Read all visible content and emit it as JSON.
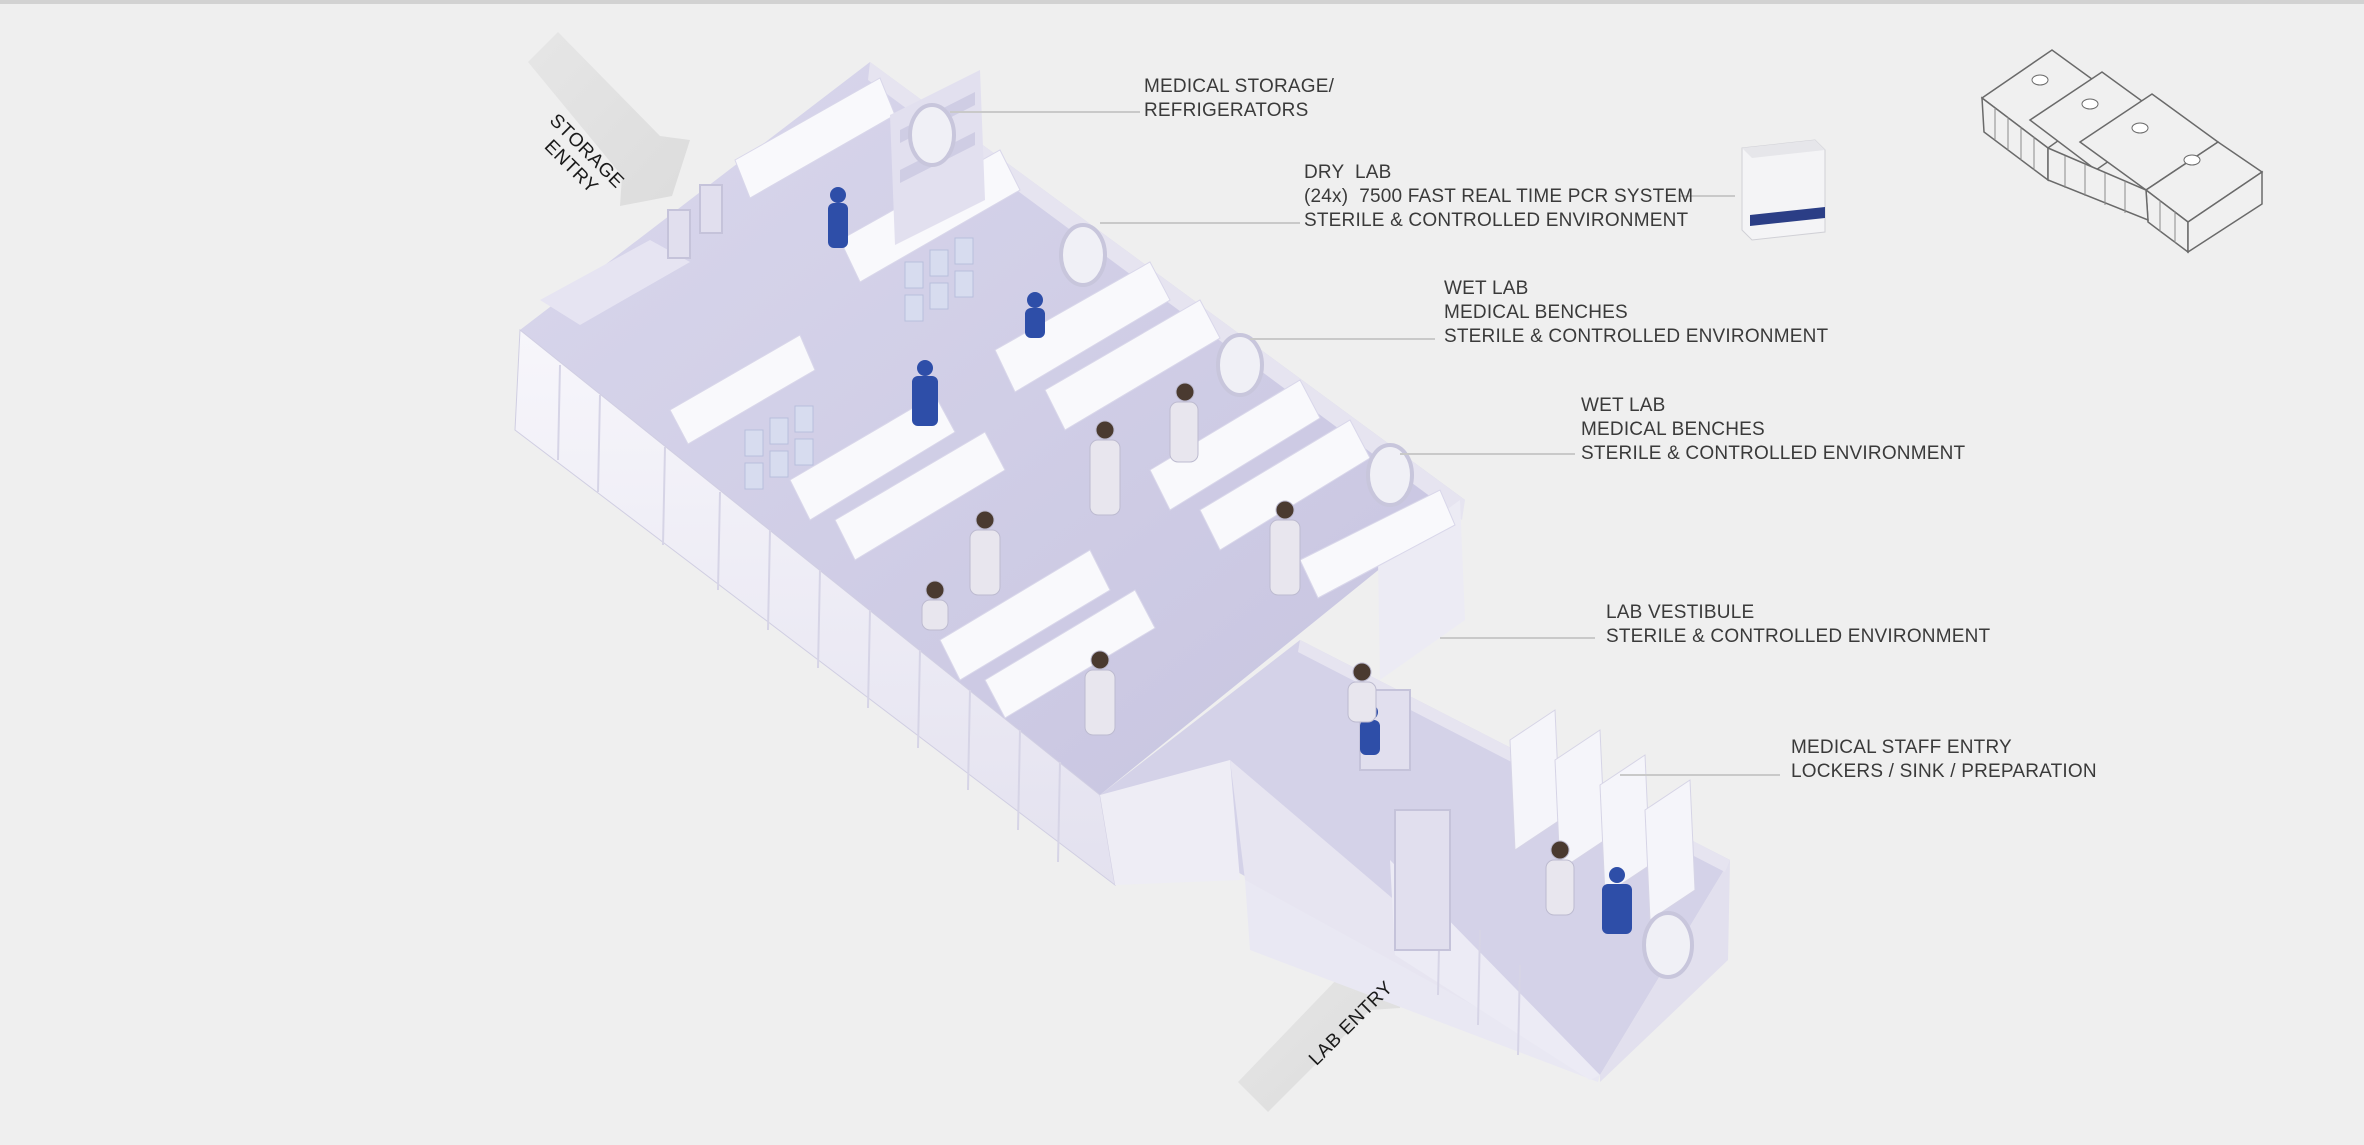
{
  "labels": {
    "storage": {
      "line1": "MEDICAL STORAGE/",
      "line2": "REFRIGERATORS"
    },
    "dry_lab": {
      "line1": "DRY  LAB",
      "line2": "(24x)  7500 FAST REAL TIME PCR SYSTEM",
      "line3": "STERILE & CONTROLLED ENVIRONMENT"
    },
    "wet_lab_1": {
      "line1": "WET LAB",
      "line2": "MEDICAL BENCHES",
      "line3": "STERILE & CONTROLLED ENVIRONMENT"
    },
    "wet_lab_2": {
      "line1": "WET LAB",
      "line2": "MEDICAL BENCHES",
      "line3": "STERILE & CONTROLLED ENVIRONMENT"
    },
    "vestibule": {
      "line1": "LAB VESTIBULE",
      "line2": "STERILE & CONTROLLED ENVIRONMENT"
    },
    "staff_entry": {
      "line1": "MEDICAL STAFF ENTRY",
      "line2": "LOCKERS / SINK / PREPARATION"
    }
  },
  "arrows": {
    "storage_entry": {
      "line1": "STORAGE",
      "line2": "ENTRY"
    },
    "lab_entry": {
      "line1": "LAB ENTRY"
    }
  },
  "colors": {
    "background": "#efefef",
    "container_wall": "#f4f3f8",
    "container_shade": "#dcdaeb",
    "floor": "#cfcde4",
    "accent_blue": "#2e4ea8",
    "leader_line": "#c9c9c9",
    "label_text": "#3a3a3a"
  }
}
